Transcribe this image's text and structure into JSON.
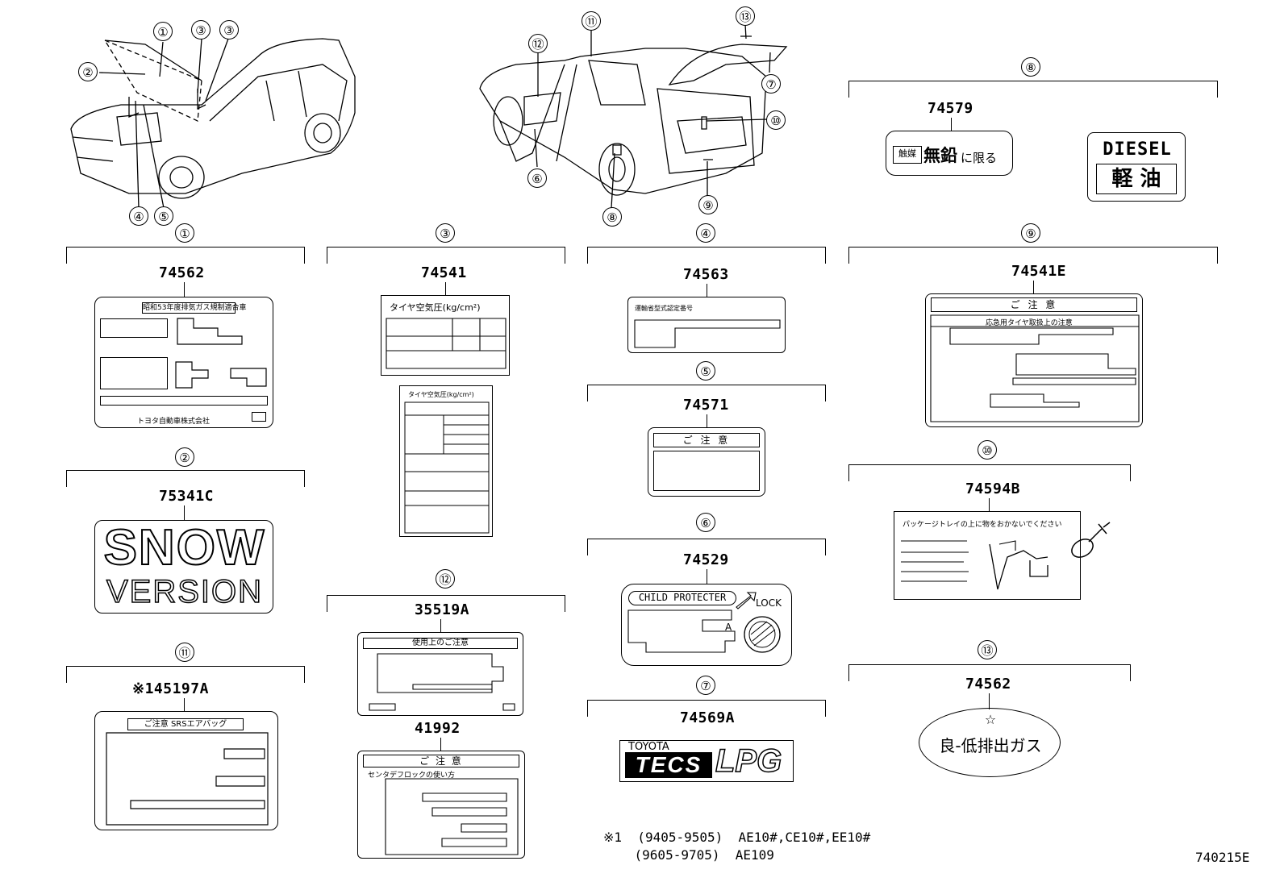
{
  "callouts": {
    "c1": "①",
    "c2": "②",
    "c3": "③",
    "c4": "④",
    "c5": "⑤",
    "c6": "⑥",
    "c7": "⑦",
    "c8": "⑧",
    "c9": "⑨",
    "c10": "⑩",
    "c11": "⑪",
    "c12": "⑫",
    "c13": "⑬"
  },
  "parts": {
    "p74562a": "74562",
    "p75341C": "75341C",
    "p45197A": "※145197A",
    "p74541": "74541",
    "p35519A": "35519A",
    "p41992": "41992",
    "p74563": "74563",
    "p74571": "74571",
    "p74529": "74529",
    "p74569A": "74569A",
    "p74579": "74579",
    "p74541E": "74541E",
    "p74594B": "74594B",
    "p74562b": "74562"
  },
  "label_text": {
    "emission_title": "昭和53年度排気ガス規制適合車",
    "emission_maker": "トヨタ自動車株式会社",
    "snow_line1": "SNOW",
    "snow_line2": "VERSION",
    "srs_title": "ご注意 SRSエアバッグ",
    "tire_title": "タイヤ空気圧(kg/cm²)",
    "tire_title_small": "タイヤ空気圧(kg/cm²)",
    "usage_title": "使用上のご注意",
    "caution": "ご 注 意",
    "diff_sub": "センタデフロックの使い方",
    "type_approval": "運輸省型式認定番号",
    "child_protecter": "CHILD PROTECTER",
    "lock": "LOCK",
    "lock_a": "A",
    "toyota": "TOYOTA",
    "tecs": "TECS",
    "lpg": "LPG",
    "catalyst": "触媒",
    "unleaded": "無鉛",
    "unleaded_only": "に限る",
    "diesel": "DIESEL",
    "light_oil": "軽 油",
    "spare_tire_sub": "応急用タイヤ取扱上の注意",
    "tray_warning": "パッケージトレイの上に物をおかないでください",
    "star": "☆",
    "low_emission": "良-低排出ガス"
  },
  "footnote": {
    "line1": "※1  (9405-9505)  AE10#,CE10#,EE10#",
    "line2": "    (9605-9705)  AE109"
  },
  "figure_id": "740215E"
}
